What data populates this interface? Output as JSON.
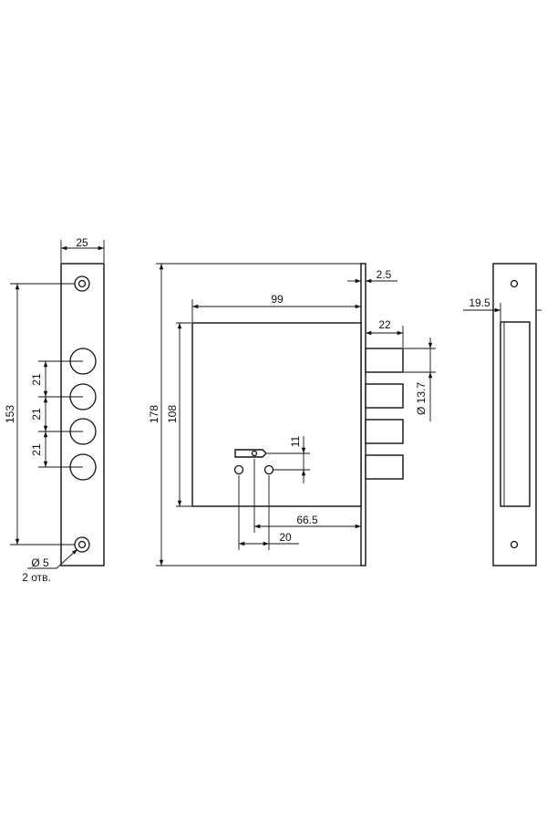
{
  "drawing": {
    "line_color": "#111111",
    "background": "#ffffff",
    "faceplate": {
      "width_dim": "25",
      "height_dim": "153",
      "hole_spacing_dims": [
        "21",
        "21",
        "21"
      ],
      "screw_hole_dim": "Ø 5",
      "screw_hole_note": "2 отв."
    },
    "lock_body": {
      "height_dim": "178",
      "case_height_dim": "108",
      "case_width_dim": "99",
      "plate_thickness_dim": "2.5",
      "bolt_length_dim": "22",
      "bolt_diameter_dim": "Ø 13.7",
      "key_offset_dim": "11",
      "backset_dim": "66.5",
      "spindle_spacing_dim": "20"
    },
    "strike_plate": {
      "depth_dim": "19.5"
    }
  }
}
